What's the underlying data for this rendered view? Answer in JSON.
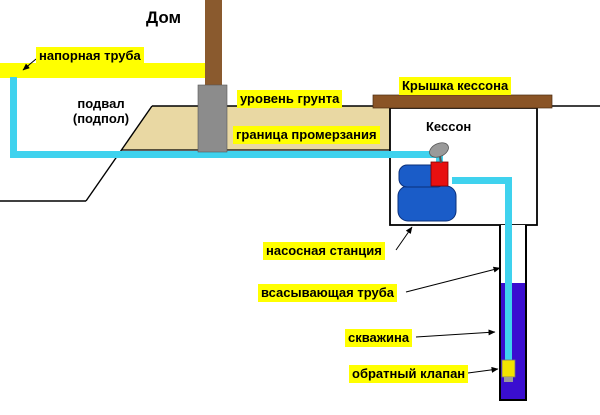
{
  "colors": {
    "highlight": "#ffff00",
    "pipe_cyan": "#3fd2ee",
    "pressure_pipe_yellow": "#ffff00",
    "wood_brown": "#8a5a2e",
    "cover_brown": "#8a5426",
    "foundation_gray": "#8c8c8c",
    "soil_tan": "#e9d8a3",
    "pump_blue": "#1a5cc8",
    "switch_red": "#e81010",
    "gauge_gray": "#9a9a9a",
    "well_water_blue": "#3a0ed0",
    "valve_yellow": "#f2e400"
  },
  "labels": {
    "house": "Дом",
    "pressure_pipe": "напорная труба",
    "basement_line1": "подвал",
    "basement_line2": "(подпол)",
    "ground_level": "уровень грунта",
    "frost_line": "граница промерзания",
    "caisson_cover": "Крышка кессона",
    "caisson": "Кессон",
    "pump_station": "насосная станция",
    "suction_pipe": "всасывающая труба",
    "well": "скважина",
    "check_valve": "обратный клапан"
  }
}
